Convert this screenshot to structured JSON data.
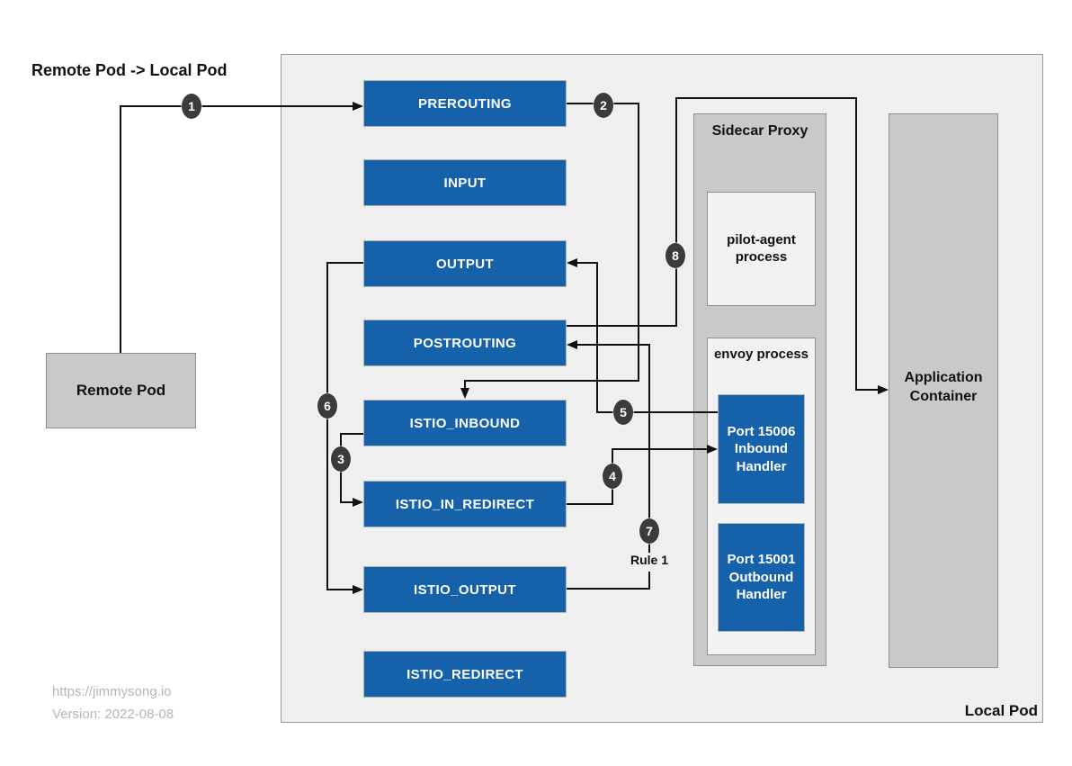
{
  "title": "Remote Pod -> Local Pod",
  "remote_pod": {
    "label": "Remote Pod"
  },
  "local_pod": {
    "label": "Local Pod"
  },
  "chains": [
    {
      "label": "PREROUTING"
    },
    {
      "label": "INPUT"
    },
    {
      "label": "OUTPUT"
    },
    {
      "label": "POSTROUTING"
    },
    {
      "label": "ISTIO_INBOUND"
    },
    {
      "label": "ISTIO_IN_REDIRECT"
    },
    {
      "label": "ISTIO_OUTPUT"
    },
    {
      "label": "ISTIO_REDIRECT"
    }
  ],
  "sidecar_proxy": {
    "label": "Sidecar Proxy",
    "pilot_agent_label": "pilot-agent process",
    "envoy_label": "envoy process",
    "inbound_handler_label": "Port 15006 Inbound Handler",
    "outbound_handler_label": "Port 15001 Outbound Handler"
  },
  "application_container": {
    "label": "Application Container"
  },
  "markers": [
    {
      "label": "1"
    },
    {
      "label": "2"
    },
    {
      "label": "3"
    },
    {
      "label": "4"
    },
    {
      "label": "5"
    },
    {
      "label": "6"
    },
    {
      "label": "7"
    },
    {
      "label": "8"
    }
  ],
  "rule_label": "Rule 1",
  "footer": {
    "site": "https://jimmysong.io",
    "version": "Version: 2022-08-08"
  },
  "colors": {
    "chain_blue": "#1561aa",
    "container_gray": "#c9c9c9",
    "pod_background": "#efefef",
    "process_background": "#f2f2f2",
    "marker_dark": "#3b3b3b",
    "line_black": "#111111",
    "footer_gray": "#b5b5b5"
  }
}
